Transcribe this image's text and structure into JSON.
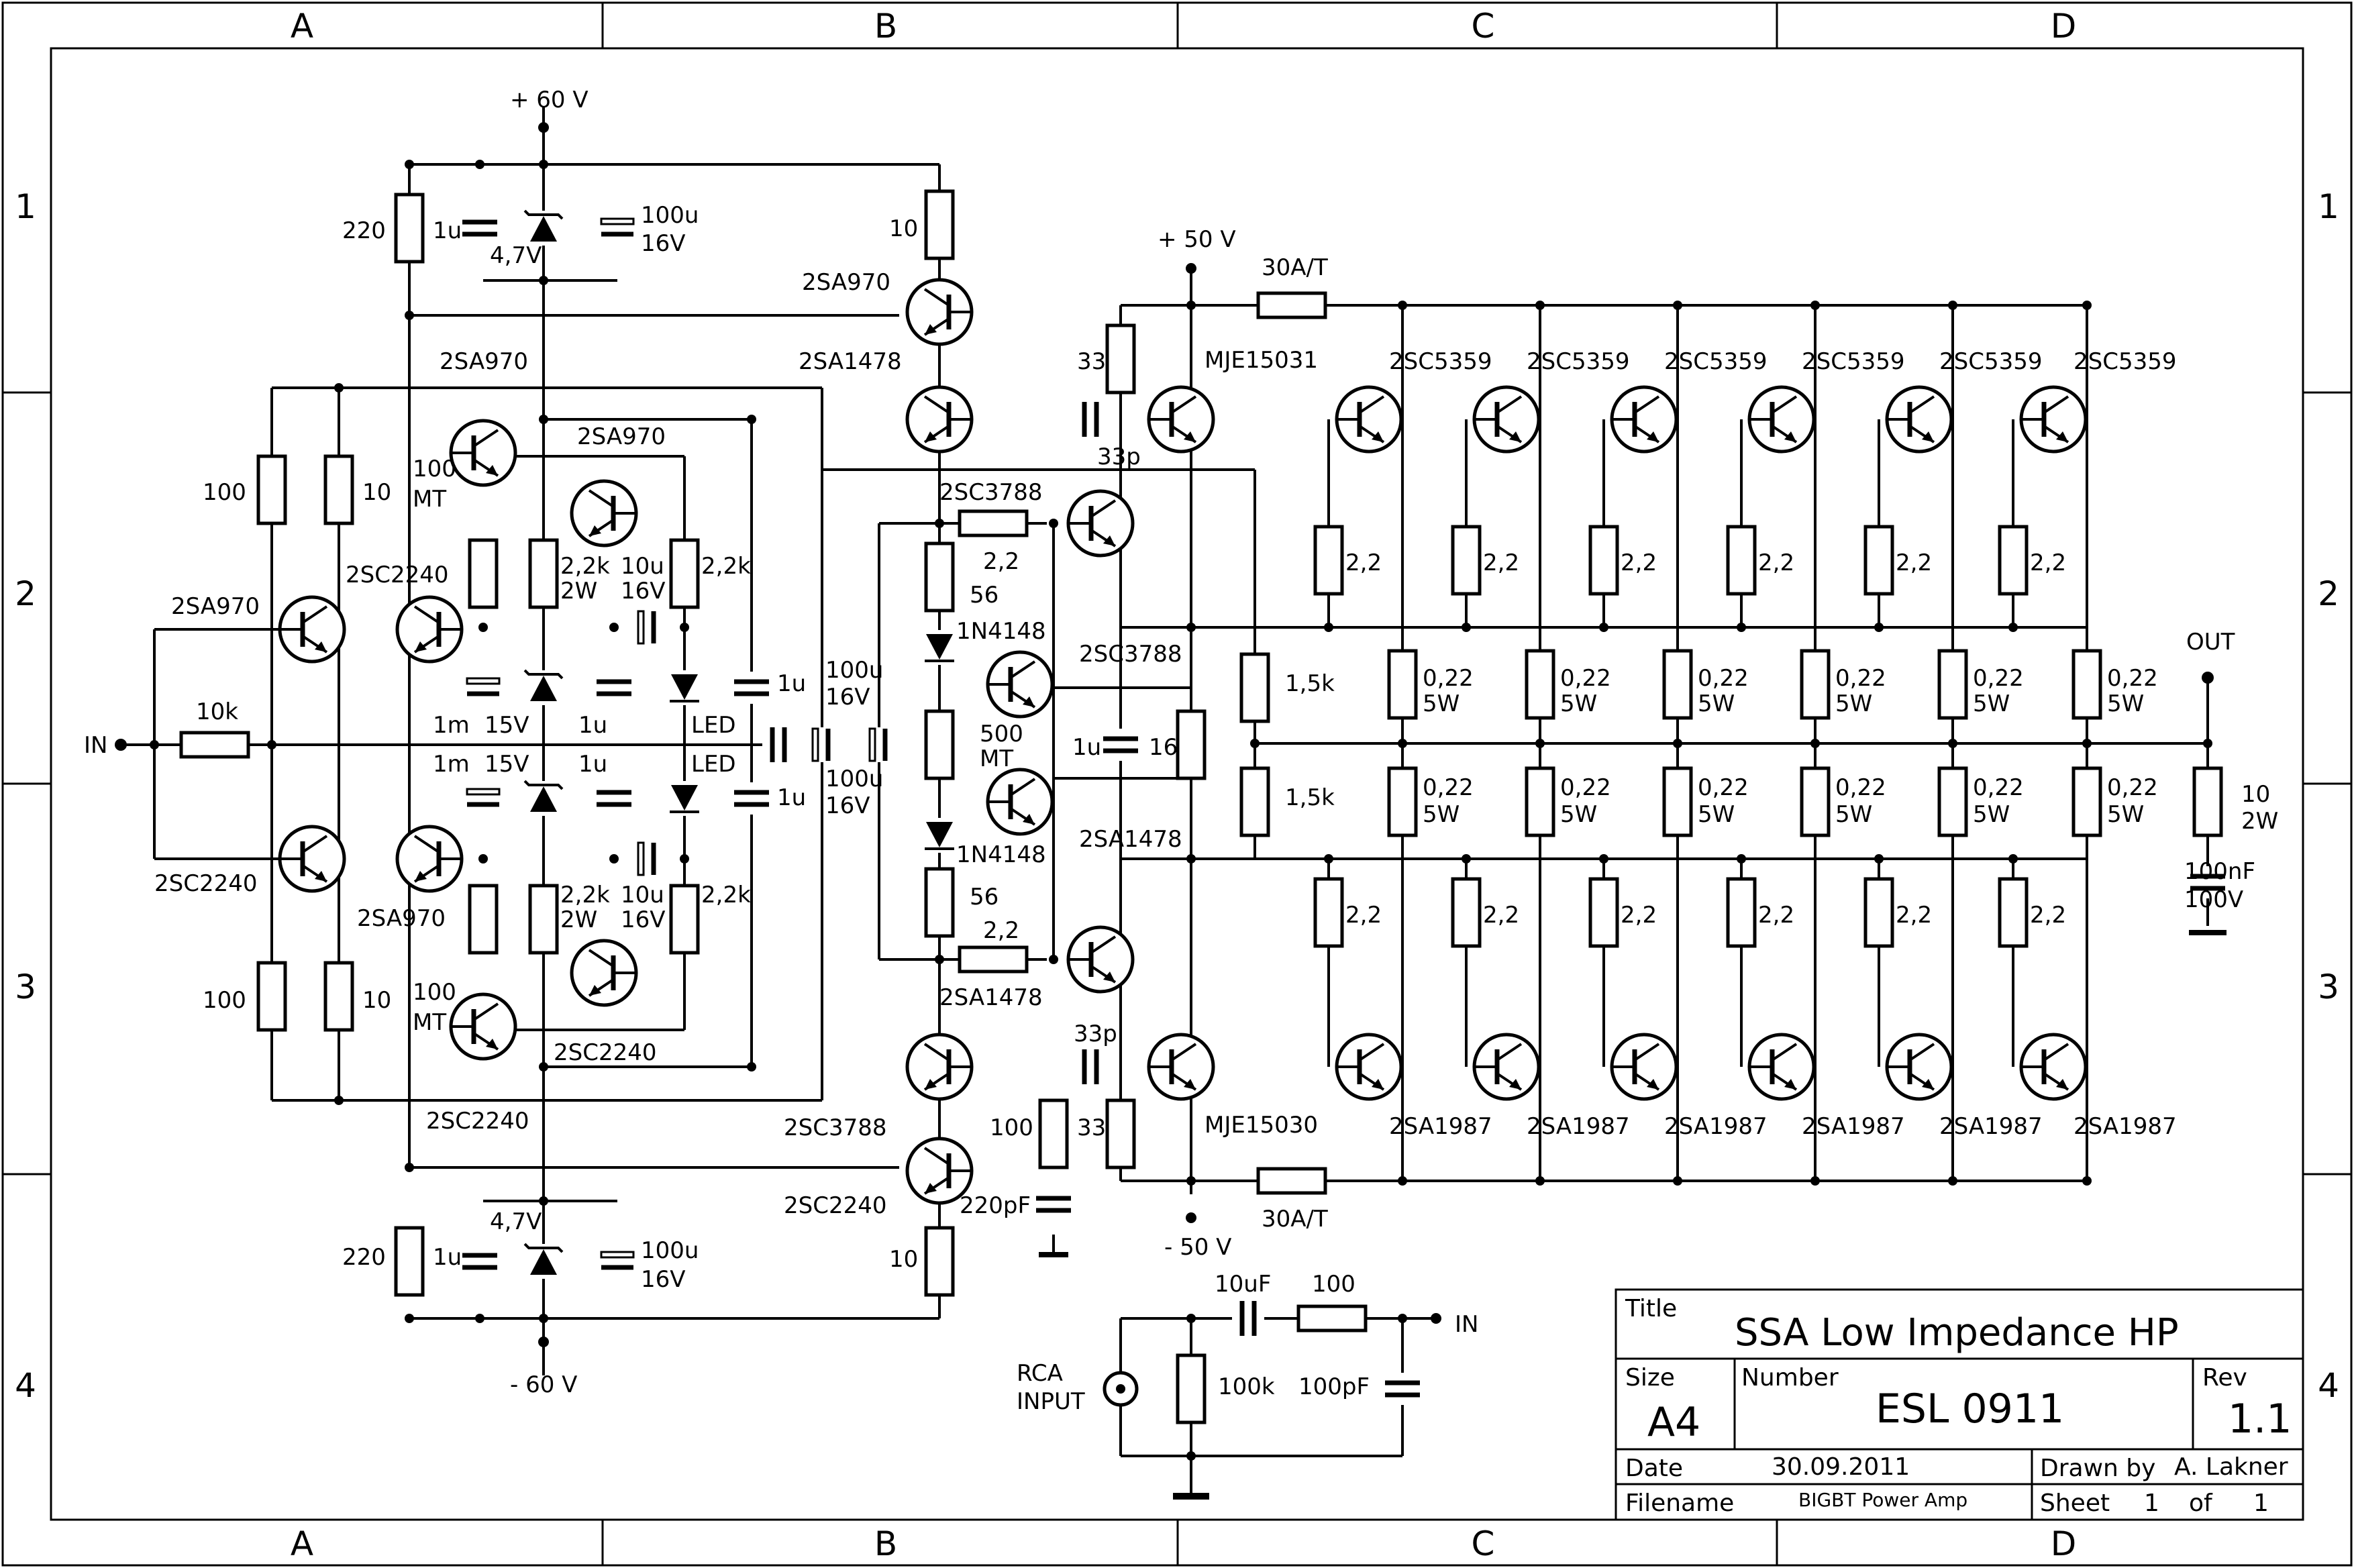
{
  "zones": {
    "columns": [
      "A",
      "B",
      "C",
      "D"
    ],
    "rows": [
      "1",
      "2",
      "3",
      "4"
    ]
  },
  "title_block": {
    "title_label": "Title",
    "title": "SSA Low Impedance HP",
    "size_label": "Size",
    "size": "A4",
    "number_label": "Number",
    "number": "ESL 0911",
    "rev_label": "Rev",
    "rev": "1.1",
    "date_label": "Date",
    "date": "30.09.2011",
    "drawn_label": "Drawn by",
    "drawn_by": "A. Lakner",
    "filename_label": "Filename",
    "filename": "BIGBT Power Amp",
    "sheet_label": "Sheet",
    "sheet": "1",
    "of_label": "of",
    "sheets": "1"
  },
  "rails": {
    "pos60": "+ 60 V",
    "neg60": "- 60 V",
    "pos50": "+ 50 V",
    "neg50": "- 50 V"
  },
  "labels": {
    "in": "IN",
    "out": "OUT",
    "r10k": "10k",
    "r220_top": "220",
    "c1u_top": "1u",
    "z47_top": "4,7V",
    "c100u_top_a": "100u",
    "c100u_top_b": "16V",
    "r10_top": "10",
    "q_2sa970_top": "2SA970",
    "q_2sa1478_top": "2SA1478",
    "q_2sa970_a": "2SA970",
    "q_2sa970_b": "2SA970",
    "q_2sa970_c": "2SA970",
    "q_2sc2240_a": "2SC2240",
    "q_2sc2240_b": "2SC2240",
    "q_2sa970_d": "2SA970",
    "q_2sc2240_c": "2SC2240",
    "q_2sc2240_d": "2SC2240",
    "r100_l_top": "100",
    "r10_l_top": "10",
    "r100_l_bot": "100",
    "r10_l_bot": "10",
    "pot100_top_a": "100",
    "pot100_top_b": "MT",
    "pot100_bot_a": "100",
    "pot100_bot_b": "MT",
    "r22k2w_top_a": "2,2k",
    "r22k2w_top_b": "2W",
    "r22k2w_bot_a": "2,2k",
    "r22k2w_bot_b": "2W",
    "c10u_top_a": "10u",
    "c10u_top_b": "16V",
    "c10u_bot_a": "10u",
    "c10u_bot_b": "16V",
    "r22k_top": "2,2k",
    "r22k_bot": "2,2k",
    "c1m_top": "1m",
    "c1m_bot": "1m",
    "z15_top": "15V",
    "z15_bot": "15V",
    "c1u_mid_top": "1u",
    "c1u_mid_bot": "1u",
    "led_top": "LED",
    "led_bot": "LED",
    "c1u_r_top": "1u",
    "c1u_r_bot": "1u",
    "c100u_in_top_a": "100u",
    "c100u_in_top_b": "16V",
    "c100u_in_bot_a": "100u",
    "c100u_in_bot_b": "16V",
    "q_2sc3788_top": "2SC3788",
    "r22_top": "2,2",
    "r56_top": "56",
    "d_1n4148_top": "1N4148",
    "q_2sc3788_vbe": "2SC3788",
    "pot500_a": "500",
    "pot500_b": "MT",
    "q_2sa1478_vbe": "2SA1478",
    "d_1n4148_bot": "1N4148",
    "r56_bot": "56",
    "r22_bot": "2,2",
    "q_2sa1478_bot": "2SA1478",
    "c33p_top": "33p",
    "c33p_bot": "33p",
    "r33_top": "33",
    "r33_bot": "33",
    "q_mje15031": "MJE15031",
    "q_mje15030": "MJE15030",
    "c1u_16": "1u",
    "r16": "16",
    "r15k_top": "1,5k",
    "r15k_bot": "1,5k",
    "fuse_top": "30A/T",
    "fuse_bot": "30A/T",
    "r100_z": "100",
    "c220p": "220pF",
    "q_2sc3788_bot": "2SC3788",
    "q_2sc2240_bot": "2SC2240",
    "r220_bot": "220",
    "c1u_bot": "1u",
    "z47_bot": "4,7V",
    "c100u_bot_a": "100u",
    "c100u_bot_b": "16V",
    "r10_bot": "10",
    "out_r10_a": "10",
    "out_r10_b": "2W",
    "out_c_a": "100nF",
    "out_c_b": "100V",
    "rca_a": "RCA",
    "rca_b": "INPUT",
    "c10uf": "10uF",
    "r100_rca": "100",
    "r100k": "100k",
    "c100pf": "100pF",
    "in2": "IN",
    "npn_out": "2SC5359",
    "pnp_out": "2SA1987",
    "base_r": "2,2",
    "emit_r_a": "0,22",
    "emit_r_b": "5W"
  }
}
